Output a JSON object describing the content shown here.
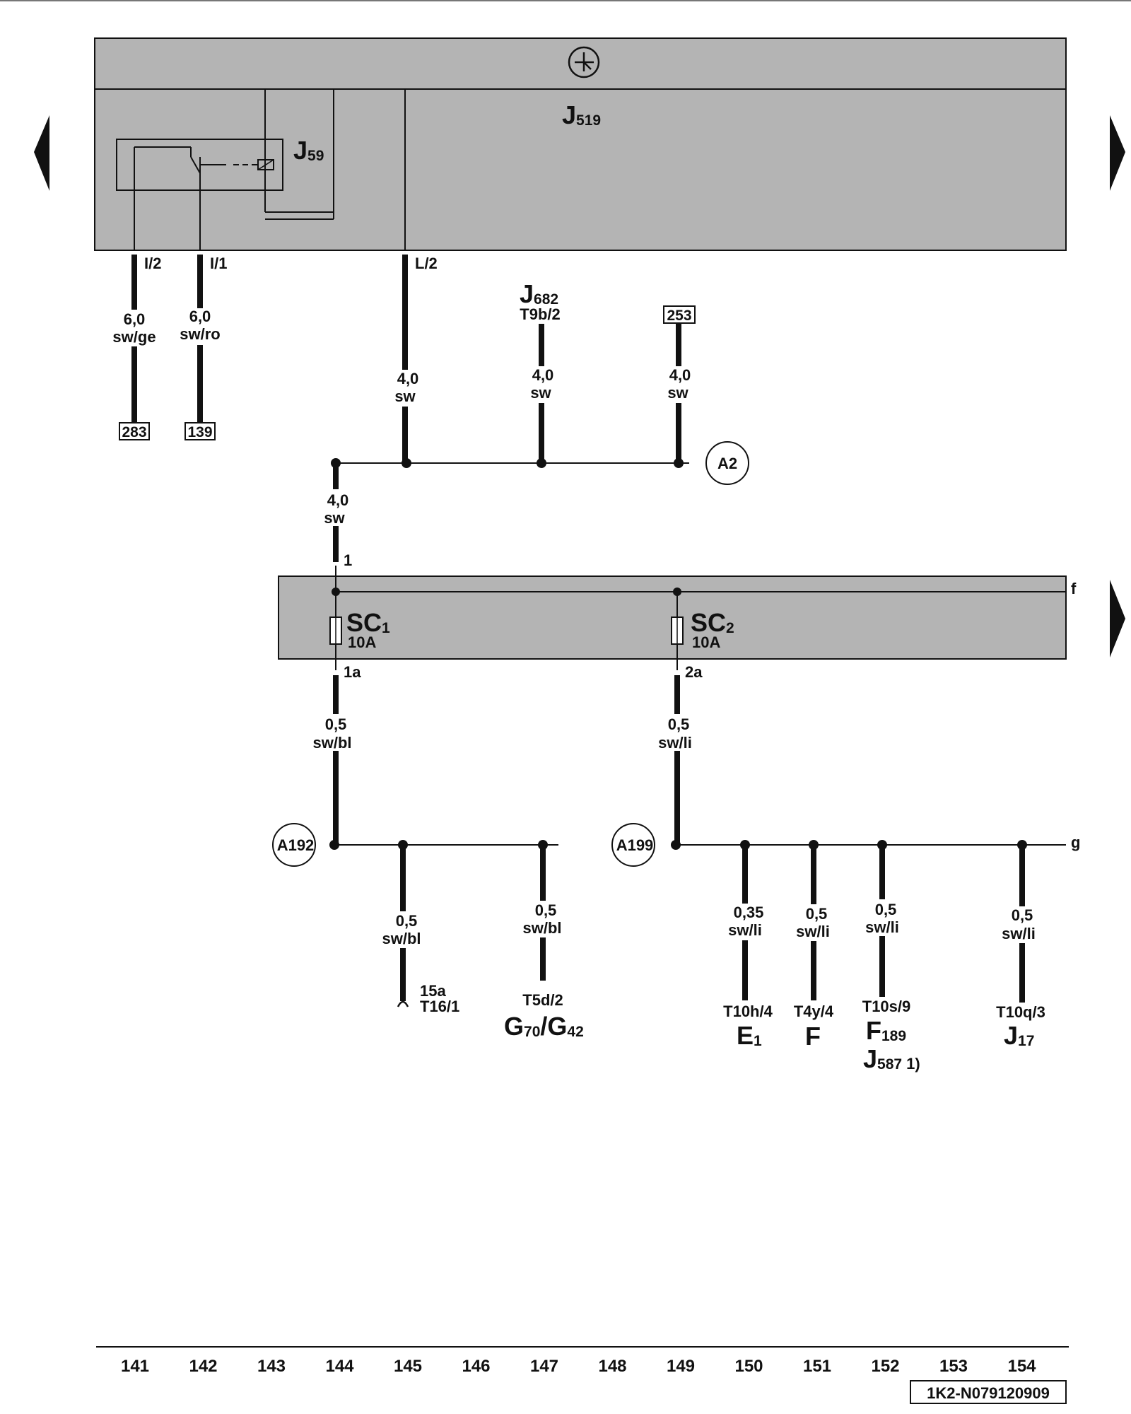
{
  "control_unit": {
    "name": "J",
    "sub": "519"
  },
  "relay": {
    "name": "J",
    "sub": "59"
  },
  "fuse_holder_label": "f",
  "bus_label": "g",
  "pins": {
    "i2": "I/2",
    "i1": "I/1",
    "l2": "L/2",
    "p1": "1",
    "p1a": "1a",
    "p2a": "2a"
  },
  "wires": {
    "w_i2": {
      "size": "6,0",
      "color": "sw/ge"
    },
    "w_i1": {
      "size": "6,0",
      "color": "sw/ro"
    },
    "w_l2": {
      "size": "4,0",
      "color": "sw"
    },
    "w_j682": {
      "size": "4,0",
      "color": "sw"
    },
    "w_253": {
      "size": "4,0",
      "color": "sw"
    },
    "w_in": {
      "size": "4,0",
      "color": "sw"
    },
    "w_sc1": {
      "size": "0,5",
      "color": "sw/bl"
    },
    "w_sc2": {
      "size": "0,5",
      "color": "sw/li"
    },
    "w_15a": {
      "size": "0,5",
      "color": "sw/bl"
    },
    "w_g70": {
      "size": "0,5",
      "color": "sw/bl"
    },
    "w_e1": {
      "size": "0,35",
      "color": "sw/li"
    },
    "w_f": {
      "size": "0,5",
      "color": "sw/li"
    },
    "w_f189": {
      "size": "0,5",
      "color": "sw/li"
    },
    "w_j17": {
      "size": "0,5",
      "color": "sw/li"
    }
  },
  "refs": {
    "r283": "283",
    "r139": "139",
    "r253": "253"
  },
  "j682": {
    "name": "J",
    "sub": "682",
    "conn": "T9b/2"
  },
  "splices": {
    "a2": "A2",
    "a192": "A192",
    "a199": "A199"
  },
  "fuses": {
    "sc1": {
      "name": "SC",
      "num": "1",
      "rating": "10A"
    },
    "sc2": {
      "name": "SC",
      "num": "2",
      "rating": "10A"
    }
  },
  "components": {
    "c15a": {
      "terminal": "15a",
      "conn": "T16/1"
    },
    "g70": {
      "conn": "T5d/2",
      "n1": "G",
      "s1": "70",
      "slash": "/",
      "n2": "G",
      "s2": "42"
    },
    "e1": {
      "conn": "T10h/4",
      "name": "E",
      "sub": "1"
    },
    "f": {
      "conn": "T4y/4",
      "name": "F"
    },
    "f189": {
      "conn": "T10s/9",
      "name": "F",
      "sub": "189",
      "name2": "J",
      "sub2": "587",
      "note": "1)"
    },
    "j17": {
      "conn": "T10q/3",
      "name": "J",
      "sub": "17"
    }
  },
  "columns": [
    "141",
    "142",
    "143",
    "144",
    "145",
    "146",
    "147",
    "148",
    "149",
    "150",
    "151",
    "152",
    "153",
    "154"
  ],
  "doc_id": "1K2-N079120909"
}
